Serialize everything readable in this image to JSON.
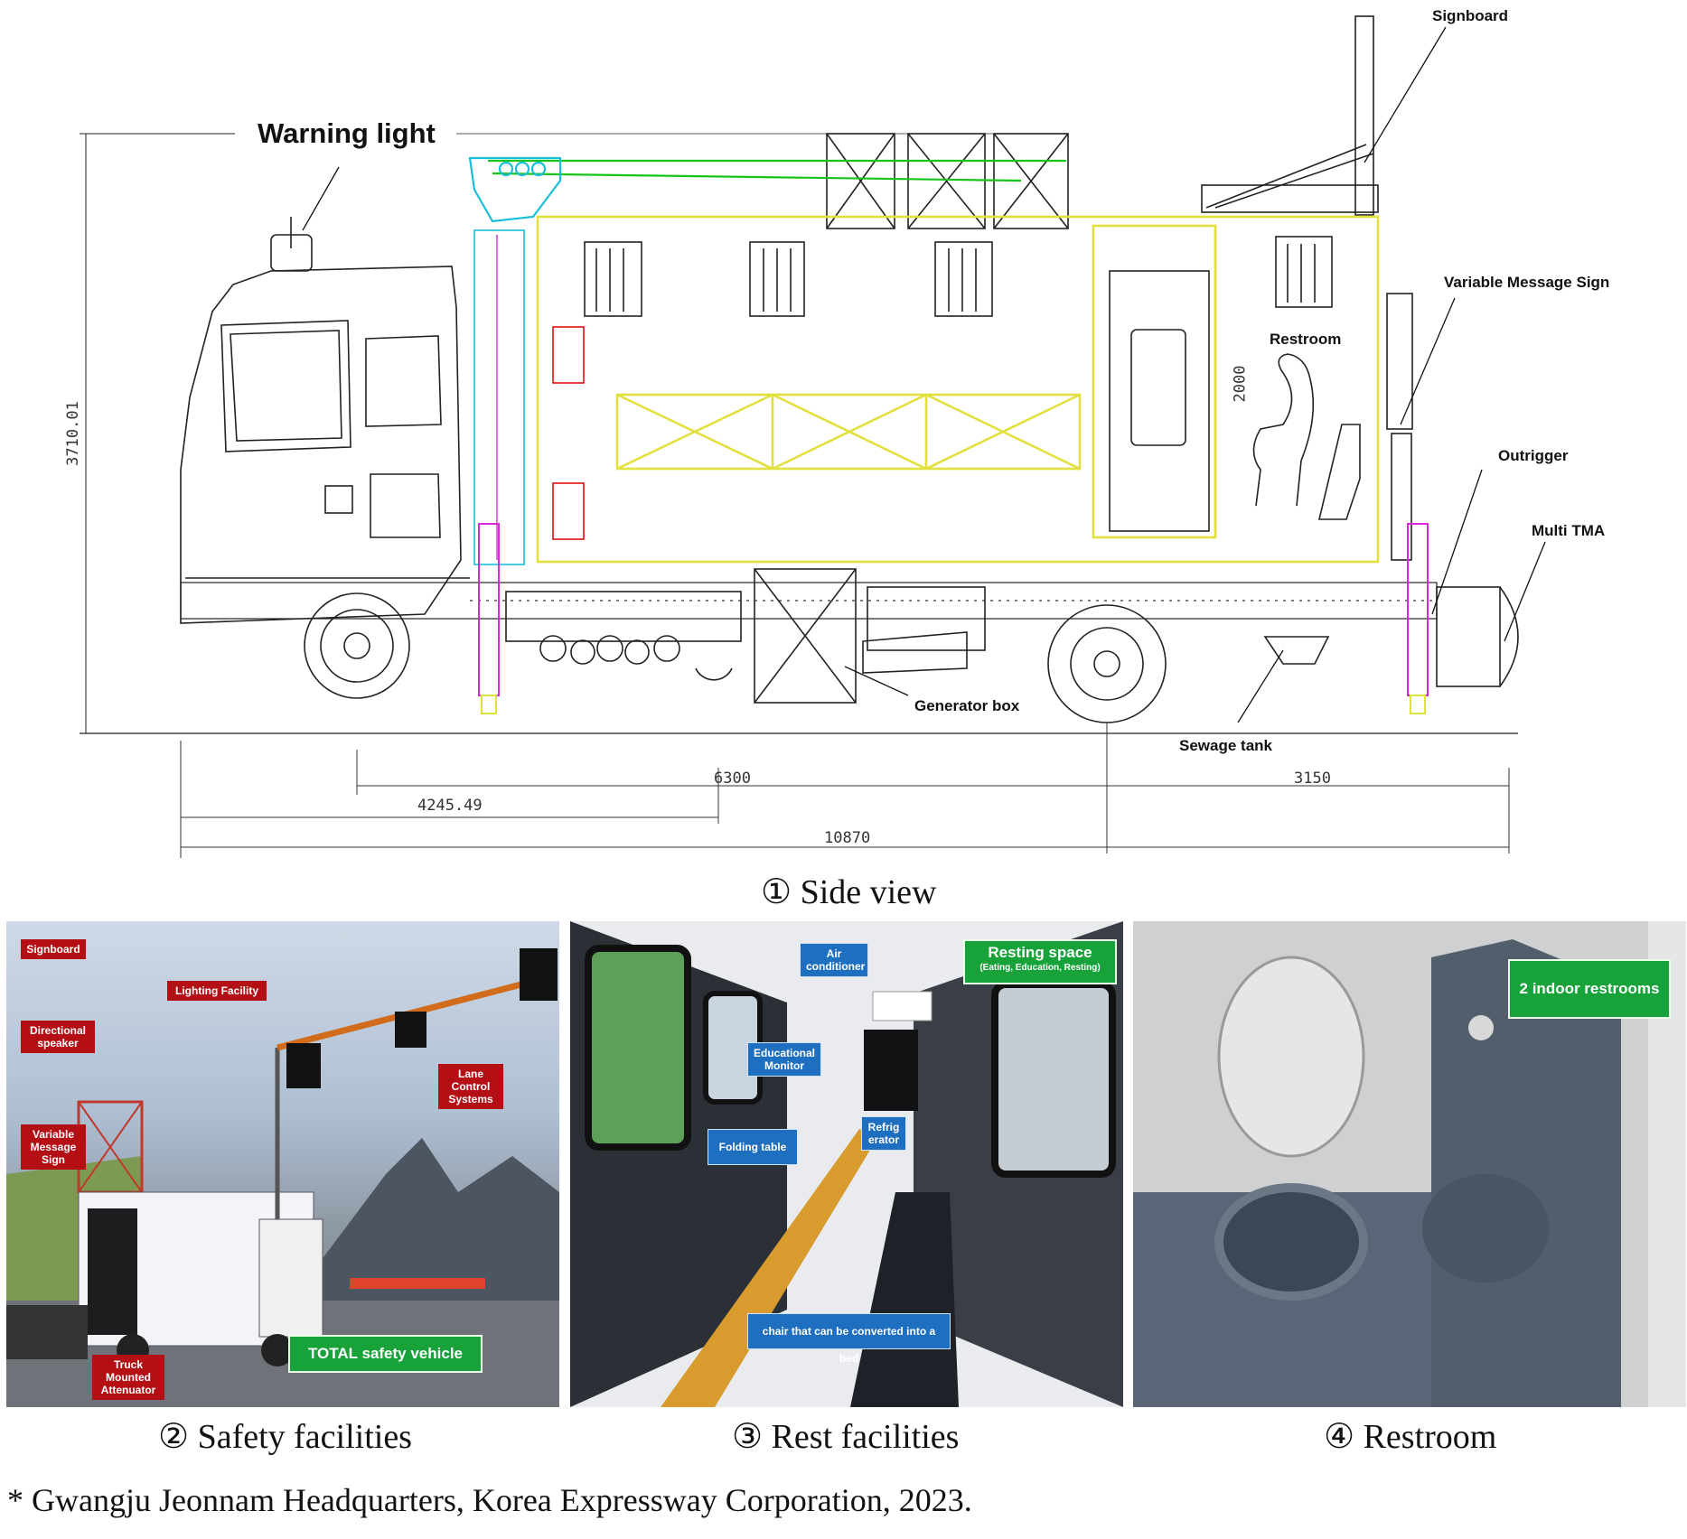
{
  "side_view": {
    "labels": {
      "warning_light": "Warning light",
      "signboard": "Signboard",
      "variable_message_sign": "Variable Message Sign",
      "restroom": "Restroom",
      "outrigger": "Outrigger",
      "multi_tma": "Multi TMA",
      "generator_box": "Generator box",
      "sewage_tank": "Sewage tank"
    },
    "dimensions": {
      "height": "3710.01",
      "restroom_height": "2000",
      "wheelbase": "6300",
      "front_to_axle": "4245.49",
      "rear_overhang": "3150",
      "total_length": "10870"
    },
    "caption": "① Side view"
  },
  "safety_panel": {
    "tags": {
      "signboard": "Signboard",
      "lighting": "Lighting Facility",
      "speaker": "Directional speaker",
      "vms": "Variable Message Sign",
      "lcs": "Lane Control Systems",
      "tma": "Truck Mounted Attenuator"
    },
    "highlight": "TOTAL safety vehicle",
    "caption": "② Safety facilities"
  },
  "rest_panel": {
    "tags": {
      "air_conditioner": "Air conditioner",
      "monitor": "Educational Monitor",
      "refrigerator": "Refrig erator",
      "table": "Folding table",
      "chair": "chair that can be converted into a bed"
    },
    "highlight_title": "Resting space",
    "highlight_sub": "(Eating, Education, Resting)",
    "caption": "③ Rest facilities"
  },
  "restroom_panel": {
    "highlight": "2 indoor restrooms",
    "caption": "④ Restroom"
  },
  "footnote": "* Gwangju Jeonnam Headquarters, Korea Expressway Corporation, 2023."
}
